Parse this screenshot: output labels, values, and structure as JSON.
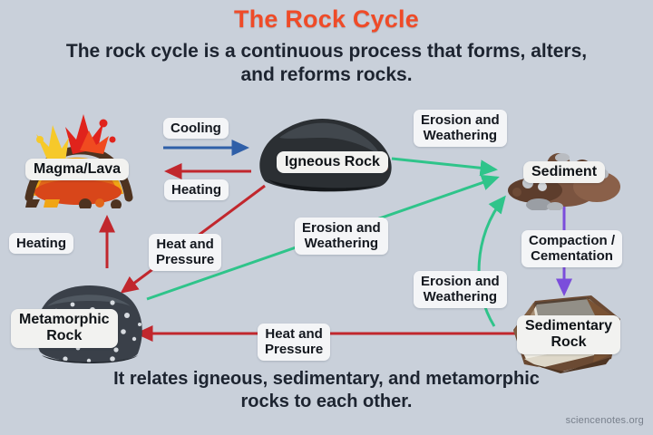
{
  "page": {
    "title": "The Rock Cycle",
    "subtitle": "The rock cycle is a continuous process that\nforms, alters, and reforms rocks.",
    "caption": "It relates igneous, sedimentary, and\nmetamorphic rocks to each other.",
    "watermark": "sciencenotes.org",
    "background_color": "#c9d0da",
    "title_color": "#ef4b28",
    "text_color": "#1d2430"
  },
  "nodes": [
    {
      "id": "magma",
      "label": "Magma/Lava",
      "art": "volcano-erupting"
    },
    {
      "id": "igneous",
      "label": "Igneous Rock",
      "art": "dark-rock"
    },
    {
      "id": "sediment",
      "label": "Sediment",
      "art": "pebble-pile"
    },
    {
      "id": "sedimentary",
      "label": "Sedimentary\nRock",
      "art": "layered-rock"
    },
    {
      "id": "metamorphic",
      "label": "Metamorphic\nRock",
      "art": "speckled-rock"
    }
  ],
  "processes": [
    {
      "id": "cooling",
      "label": "Cooling",
      "from": "magma",
      "to": "igneous",
      "color": "#2f5fa8"
    },
    {
      "id": "heating-igneous",
      "label": "Heating",
      "from": "igneous",
      "to": "magma",
      "color": "#b31f28"
    },
    {
      "id": "heating-meta",
      "label": "Heating",
      "from": "metamorphic",
      "to": "magma",
      "color": "#c1272d"
    },
    {
      "id": "heat-pressure-1",
      "label": "Heat and\nPressure",
      "from": "igneous",
      "to": "metamorphic",
      "color": "#c1272d"
    },
    {
      "id": "heat-pressure-2",
      "label": "Heat and\nPressure",
      "from": "sedimentary",
      "to": "metamorphic",
      "color": "#c1272d"
    },
    {
      "id": "erosion-1",
      "label": "Erosion and\nWeathering",
      "from": "igneous",
      "to": "sediment",
      "color": "#2fc48a"
    },
    {
      "id": "erosion-2",
      "label": "Erosion and\nWeathering",
      "from": "metamorphic",
      "to": "sediment",
      "color": "#2fc48a"
    },
    {
      "id": "erosion-3",
      "label": "Erosion and\nWeathering",
      "from": "sedimentary",
      "to": "sediment",
      "color": "#2fc48a"
    },
    {
      "id": "compaction",
      "label": "Compaction /\nCementation",
      "from": "sediment",
      "to": "sedimentary",
      "color": "#7b4ddb"
    }
  ],
  "colors": {
    "cooling_blue": "#2f5fa8",
    "heat_red": "#c1272d",
    "erosion_green": "#2fc48a",
    "compaction_purple": "#7b4ddb"
  }
}
